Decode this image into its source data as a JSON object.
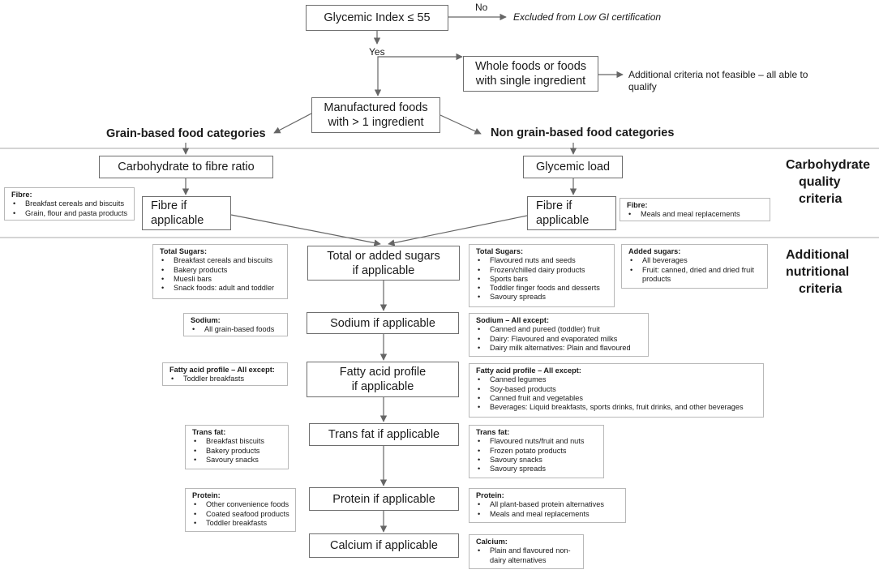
{
  "flow": {
    "gi": "Glycemic Index ≤ 55",
    "no_label": "No",
    "excluded": "Excluded from Low GI certification",
    "yes_label": "Yes",
    "whole_foods_l1": "Whole foods or foods",
    "whole_foods_l2": "with single ingredient",
    "additional_l1": "Additional criteria not feasible – all able to",
    "additional_l2": "qualify",
    "manufactured_l1": "Manufactured foods",
    "manufactured_l2": "with > 1 ingredient",
    "grain_heading": "Grain-based food categories",
    "nongrain_heading": "Non grain-based food categories",
    "carb_fibre": "Carbohydrate to fibre ratio",
    "glycemic_load": "Glycemic load",
    "fibre_l1": "Fibre if",
    "fibre_l2": "applicable",
    "sugars_l1": "Total or added sugars",
    "sugars_l2": "if applicable",
    "sodium": "Sodium if applicable",
    "fatty_l1": "Fatty acid profile",
    "fatty_l2": "if applicable",
    "trans": "Trans fat if applicable",
    "protein": "Protein if applicable",
    "calcium": "Calcium if applicable"
  },
  "sections": {
    "carb_l1": "Carbohydrate",
    "carb_l2": "quality",
    "carb_l3": "criteria",
    "add_l1": "Additional",
    "add_l2": "nutritional",
    "add_l3": "criteria"
  },
  "notes": {
    "fibre_left": {
      "title": "Fibre:",
      "items": [
        "Breakfast cereals and biscuits",
        "Grain, flour and pasta products"
      ]
    },
    "fibre_right": {
      "title": "Fibre:",
      "items": [
        "Meals and meal replacements"
      ]
    },
    "sugars_left": {
      "title": "Total Sugars:",
      "items": [
        "Breakfast cereals and biscuits",
        "Bakery products",
        "Muesli bars",
        "Snack foods: adult and toddler"
      ]
    },
    "sugars_right": {
      "title": "Total Sugars:",
      "items": [
        "Flavoured nuts and seeds",
        "Frozen/chilled dairy products",
        "Sports bars",
        "Toddler finger foods and desserts",
        "Savoury spreads"
      ]
    },
    "added_sugars": {
      "title": "Added sugars:",
      "items": [
        "All beverages",
        "Fruit: canned, dried and dried fruit products"
      ]
    },
    "sodium_left": {
      "title": "Sodium:",
      "items": [
        "All grain-based foods"
      ]
    },
    "sodium_right": {
      "title": "Sodium – All except:",
      "items": [
        "Canned and pureed (toddler) fruit",
        "Dairy: Flavoured and evaporated milks",
        "Dairy milk alternatives: Plain and flavoured"
      ]
    },
    "fatty_left": {
      "title": "Fatty acid profile – All except:",
      "items": [
        "Toddler breakfasts"
      ]
    },
    "fatty_right": {
      "title": "Fatty acid profile – All except:",
      "items": [
        "Canned legumes",
        "Soy-based products",
        "Canned fruit and vegetables",
        "Beverages: Liquid breakfasts, sports drinks, fruit drinks, and other beverages"
      ]
    },
    "trans_left": {
      "title": "Trans fat:",
      "items": [
        "Breakfast biscuits",
        "Bakery products",
        "Savoury snacks"
      ]
    },
    "trans_right": {
      "title": "Trans fat:",
      "items": [
        "Flavoured nuts/fruit and nuts",
        "Frozen potato products",
        "Savoury snacks",
        "Savoury spreads"
      ]
    },
    "protein_left": {
      "title": "Protein:",
      "items": [
        "Other convenience foods",
        "Coated seafood products",
        "Toddler breakfasts"
      ]
    },
    "protein_right": {
      "title": "Protein:",
      "items": [
        "All plant-based protein alternatives",
        "Meals and meal replacements"
      ]
    },
    "calcium_right": {
      "title": "Calcium:",
      "items": [
        "Plain and flavoured non-dairy alternatives"
      ]
    }
  }
}
